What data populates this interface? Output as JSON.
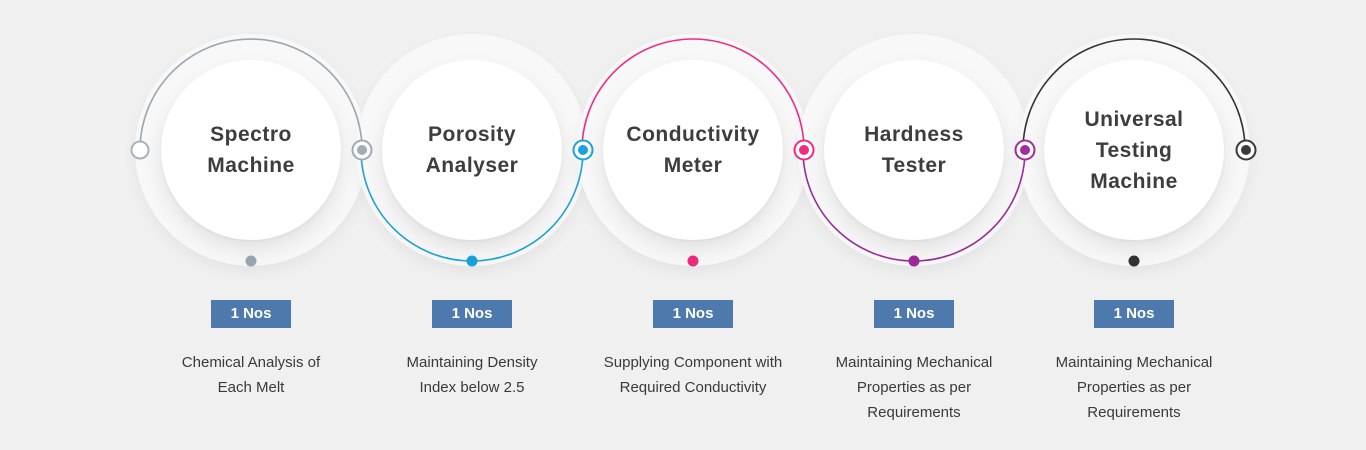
{
  "steps": [
    {
      "title_lines": [
        "Spectro",
        "Machine"
      ],
      "quantity": "1 Nos",
      "description_lines": [
        "Chemical Analysis of",
        "Each Melt"
      ],
      "color": "#9aa7b3",
      "connector_color": "#a2acb6"
    },
    {
      "title_lines": [
        "Porosity",
        "Analyser"
      ],
      "quantity": "1 Nos",
      "description_lines": [
        "Maintaining Density",
        "Index below 2.5"
      ],
      "color": "#1aa3d9",
      "connector_color": "#18a3d9"
    },
    {
      "title_lines": [
        "Conductivity",
        "Meter"
      ],
      "quantity": "1 Nos",
      "description_lines": [
        "Supplying Component with",
        "Required Conductivity"
      ],
      "color": "#ee2c80",
      "connector_color": "#ee2c80"
    },
    {
      "title_lines": [
        "Hardness",
        "Tester"
      ],
      "quantity": "1 Nos",
      "description_lines": [
        "Maintaining Mechanical",
        "Properties as per",
        "Requirements"
      ],
      "color": "#9b2a9b",
      "connector_color": "#a12da4"
    },
    {
      "title_lines": [
        "Universal",
        "Testing",
        "Machine"
      ],
      "quantity": "1 Nos",
      "description_lines": [
        "Maintaining Mechanical",
        "Properties as per",
        "Requirements"
      ],
      "color": "#333333",
      "connector_color": "#3a3a3a"
    }
  ],
  "colors": {
    "background": "#f0f0f0",
    "badge": "#4e79ad",
    "first_node_ring": "#a9b3bb"
  }
}
